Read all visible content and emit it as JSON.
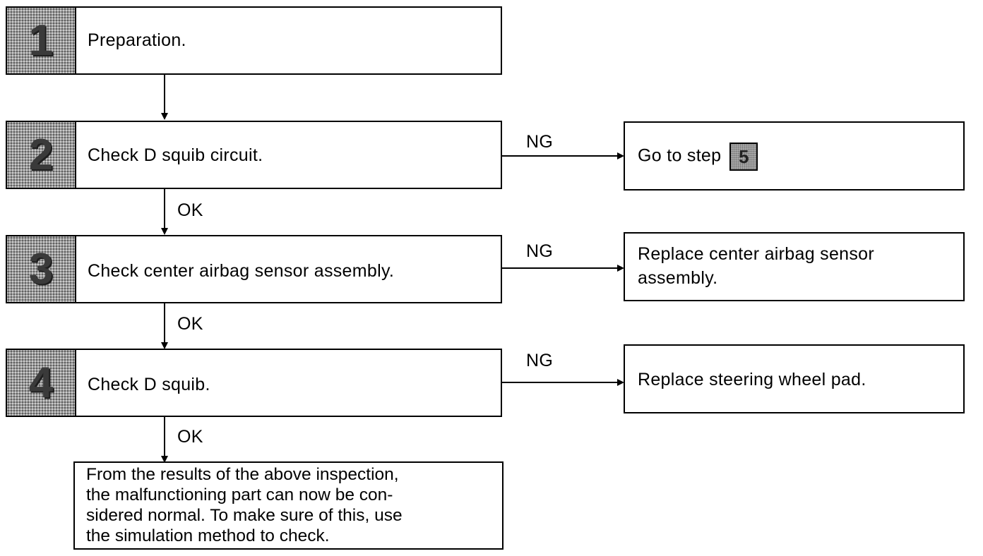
{
  "steps": [
    {
      "number": "1",
      "text": "Preparation."
    },
    {
      "number": "2",
      "text": "Check D squib circuit."
    },
    {
      "number": "3",
      "text": "Check center airbag sensor assembly."
    },
    {
      "number": "4",
      "text": "Check D squib."
    }
  ],
  "branches": {
    "step2": {
      "label": "NG",
      "result_prefix": "Go to step",
      "result_step": "5"
    },
    "step3": {
      "label": "NG",
      "result_line1": "Replace center airbag sensor",
      "result_line2": "assembly."
    },
    "step4": {
      "label": "NG",
      "result": "Replace steering wheel pad."
    }
  },
  "ok_labels": {
    "after_step2": "OK",
    "after_step3": "OK",
    "after_step4": "OK"
  },
  "conclusion_lines": [
    "From the results of the above inspection,",
    "the malfunctioning part can now be con-",
    "sidered normal. To make sure of this, use",
    "the simulation method to check."
  ]
}
